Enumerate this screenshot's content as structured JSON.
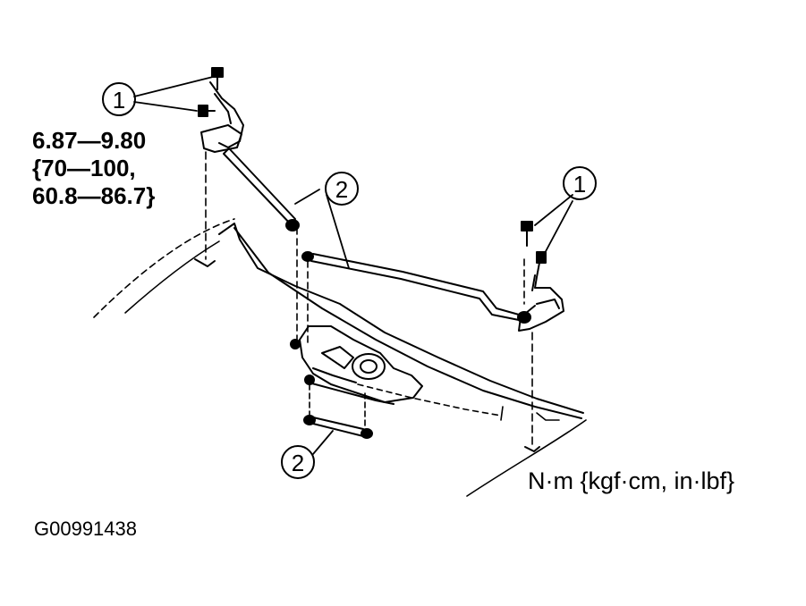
{
  "torque": {
    "line1": "6.87—9.80",
    "line2": "{70—100,",
    "line3": "60.8—86.7}"
  },
  "callouts": [
    "1",
    "2",
    "1",
    "2"
  ],
  "units_label": "N·m {kgf·cm, in·lbf}",
  "figure_code": "G00991438"
}
